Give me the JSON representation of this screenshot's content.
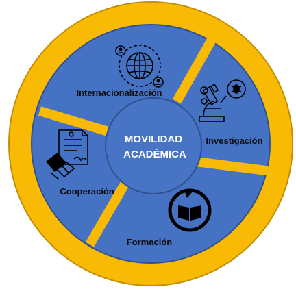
{
  "center": {
    "line1": "MOVILIDAD",
    "line2": "ACADÉMICA"
  },
  "segments": [
    {
      "label": "Internacionalización",
      "icon": "globe-network-icon"
    },
    {
      "label": "Investigación",
      "icon": "microscope-icon"
    },
    {
      "label": "Formación",
      "icon": "book-cycle-icon"
    },
    {
      "label": "Cooperación",
      "icon": "agreement-handshake-icon"
    }
  ],
  "colors": {
    "outer_ring": "#F8BA05",
    "ring_border": "#C28F00",
    "segment_fill": "#4672C4",
    "segment_border": "#2F528F",
    "center_fill": "#4774C5",
    "icon_stroke": "#000000"
  }
}
